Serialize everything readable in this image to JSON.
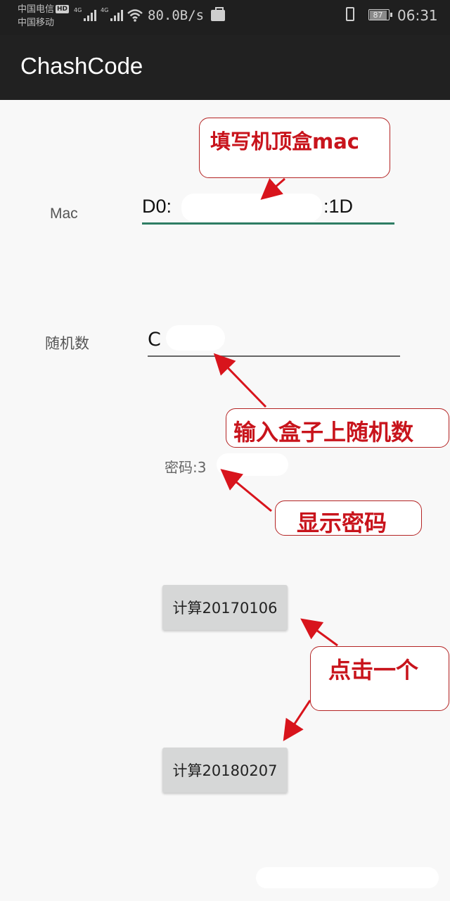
{
  "status_bar": {
    "carrier1": "中国电信",
    "hd_badge": "HD",
    "carrier2": "中国移动",
    "sim1_network": "4G",
    "sim2_network": "4G",
    "net_speed": "80.0B/s",
    "battery": "87",
    "time": "06:31"
  },
  "app_bar": {
    "title": "ChashCode"
  },
  "form": {
    "mac": {
      "label": "Mac",
      "value_start": "D0:",
      "value_end": ":1D",
      "underline_color": "#2e7d64"
    },
    "random": {
      "label": "随机数",
      "value": "C"
    },
    "password": {
      "label": "密码:",
      "value": "3"
    }
  },
  "buttons": {
    "calc_2017": "计算20170106",
    "calc_2018": "计算20180207"
  },
  "annotations": {
    "mac_note": "填写机顶盒mac",
    "random_note": "输入盒子上随机数",
    "password_note": "显示密码",
    "click_note": "点击一个",
    "color": "#c8141c"
  }
}
